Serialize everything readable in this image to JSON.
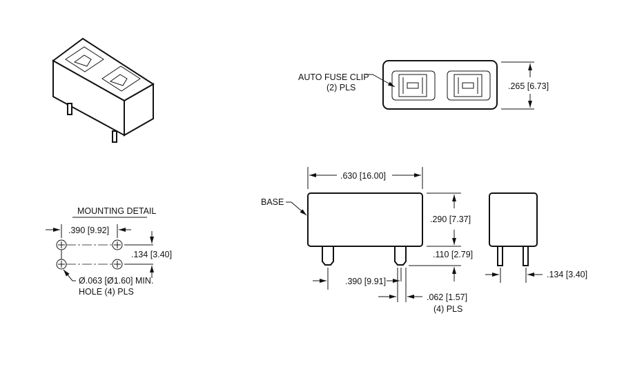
{
  "mounting_detail": {
    "title": "MOUNTING DETAIL",
    "spacing": ".390 [9.92]",
    "row_spacing": ".134 [3.40]",
    "hole_line1": "Ø.063 [Ø1.60] MIN.",
    "hole_line2": "HOLE (4) PLS"
  },
  "top_view": {
    "callout_line1": "AUTO FUSE CLIP",
    "callout_line2": "(2) PLS",
    "height": ".265 [6.73]"
  },
  "side_view": {
    "base_label": "BASE",
    "width": ".630 [16.00]",
    "height": ".290 [7.37]",
    "pin_length": ".110 [2.79]",
    "pin_spacing": ".390 [9.91]",
    "pin_width_line1": ".062 [1.57]",
    "pin_width_line2": "(4) PLS"
  },
  "end_view": {
    "pin_spacing": ".134 [3.40]"
  }
}
